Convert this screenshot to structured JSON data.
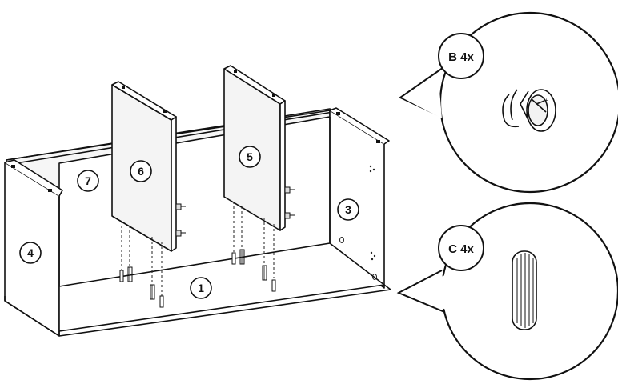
{
  "part_labels": {
    "p1": "1",
    "p3": "3",
    "p4": "4",
    "p5": "5",
    "p6": "6",
    "p7": "7"
  },
  "callouts": {
    "b": {
      "label": "B 4x",
      "icon": "cam-lock-fitting"
    },
    "c": {
      "label": "C 4x",
      "icon": "wooden-dowel"
    }
  },
  "colors": {
    "line": "#111111",
    "panel": "#f6f6f6",
    "background": "#ffffff"
  }
}
